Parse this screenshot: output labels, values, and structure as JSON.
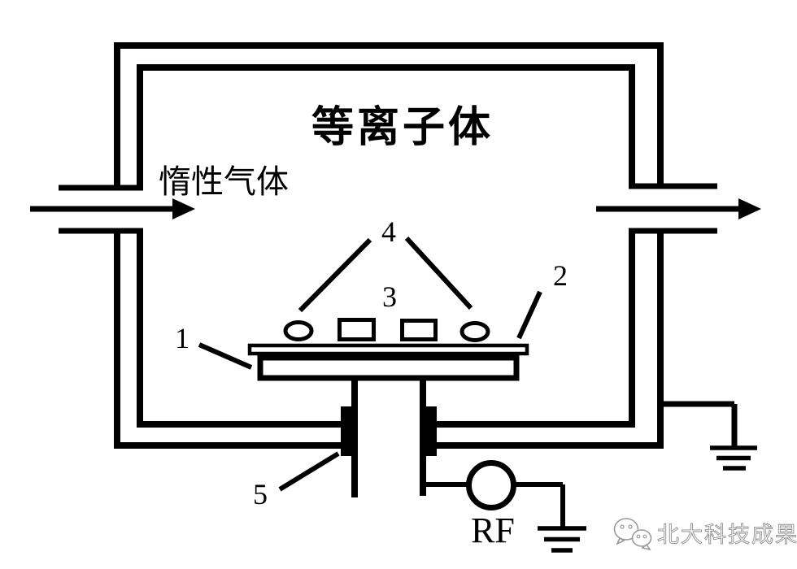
{
  "diagram": {
    "title_plasma": "等离子体",
    "label_inert_gas": "惰性气体",
    "label_rf": "RF",
    "callouts": {
      "stage": "1",
      "plate": "2",
      "sample_square": "3",
      "sample_oval": "4",
      "feedthrough": "5"
    },
    "colors": {
      "line": "#000000",
      "background": "#ffffff",
      "watermark_fill": "#ffffff",
      "watermark_outline": "#8f8f8f"
    }
  },
  "watermark": {
    "text": "北大科技成果",
    "icon": "wechat-icon"
  }
}
